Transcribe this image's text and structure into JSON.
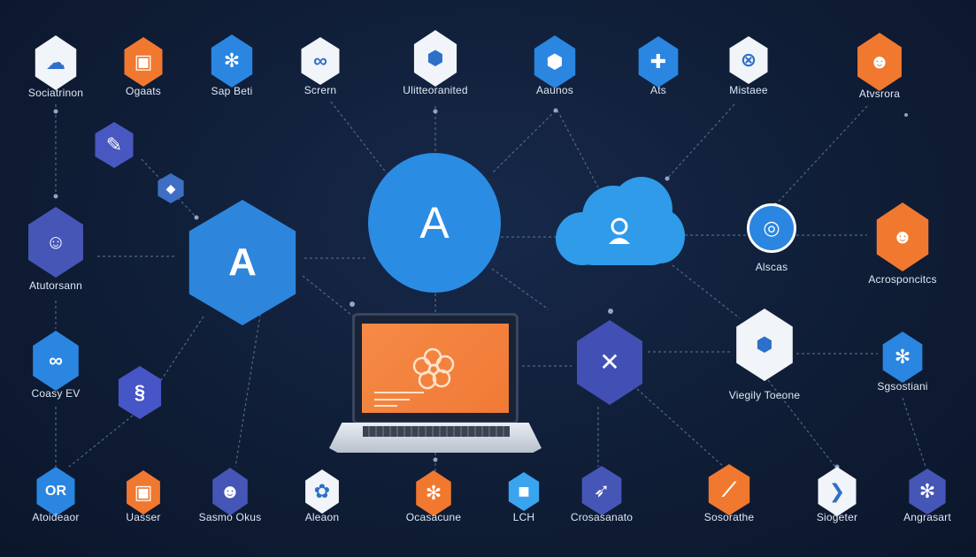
{
  "colors": {
    "background": "#0f1d36",
    "link": "#5d7596",
    "blue": "#2a86e0",
    "light_blue": "#3aa4ef",
    "indigo": "#4656b6",
    "orange": "#f1782f",
    "white": "#f1f4f8"
  },
  "diagram": {
    "hub_primary": {
      "letter": "A"
    },
    "hub_secondary": {
      "letter": "A"
    },
    "cloud": {
      "icon": "person-icon"
    },
    "laptop": {
      "icon": "flower-icon"
    },
    "top_row": [
      {
        "label": "Sociatrinon",
        "icon": "cloud-person-icon",
        "color": "white"
      },
      {
        "label": "Ogaats",
        "icon": "box-icon",
        "color": "orange"
      },
      {
        "label": "Sap Beti",
        "icon": "gear-icon",
        "color": "blue"
      },
      {
        "label": "Scrern",
        "icon": "link-icon",
        "color": "white"
      },
      {
        "label": "Ulitteoranited",
        "icon": "cube-icon",
        "color": "white"
      },
      {
        "label": "Aaunos",
        "icon": "cube-icon",
        "color": "blue"
      },
      {
        "label": "Ats",
        "icon": "puzzle-icon",
        "color": "blue"
      },
      {
        "label": "Mistaee",
        "icon": "chain-icon",
        "color": "white"
      },
      {
        "label": "Atvsrora",
        "icon": "person-icon",
        "color": "orange"
      }
    ],
    "left_column": [
      {
        "label": "Atutorsann",
        "icon": "face-icon",
        "color": "indigo"
      },
      {
        "label": "Coasy EV",
        "icon": "link-icon",
        "color": "blue"
      }
    ],
    "right_side": [
      {
        "label": "Alscas",
        "icon": "circle-icon",
        "color": "blue"
      },
      {
        "label": "Acrosponcitcs",
        "icon": "person-icon",
        "color": "orange"
      },
      {
        "label": "Viegily Toeone",
        "icon": "cube-icon",
        "color": "white"
      },
      {
        "label": "Sgsostiani",
        "icon": "gear-icon",
        "color": "blue"
      }
    ],
    "bottom_row": [
      {
        "label": "Atoideaor",
        "icon": "or-icon",
        "color": "blue"
      },
      {
        "label": "Uasser",
        "icon": "box-icon",
        "color": "orange"
      },
      {
        "label": "Sasmo Okus",
        "icon": "person-icon",
        "color": "indigo"
      },
      {
        "label": "Aleaon",
        "icon": "flower-icon",
        "color": "white"
      },
      {
        "label": "Ocasacune",
        "icon": "gear-icon",
        "color": "orange"
      },
      {
        "label": "LCH",
        "icon": "square-icon",
        "color": "light_blue"
      },
      {
        "label": "Crosasanato",
        "icon": "bird-icon",
        "color": "indigo"
      },
      {
        "label": "Sosorathe",
        "icon": "chart-icon",
        "color": "orange"
      },
      {
        "label": "Siogeter",
        "icon": "chevron-icon",
        "color": "white"
      },
      {
        "label": "Angrasart",
        "icon": "gear-icon",
        "color": "indigo"
      }
    ]
  }
}
